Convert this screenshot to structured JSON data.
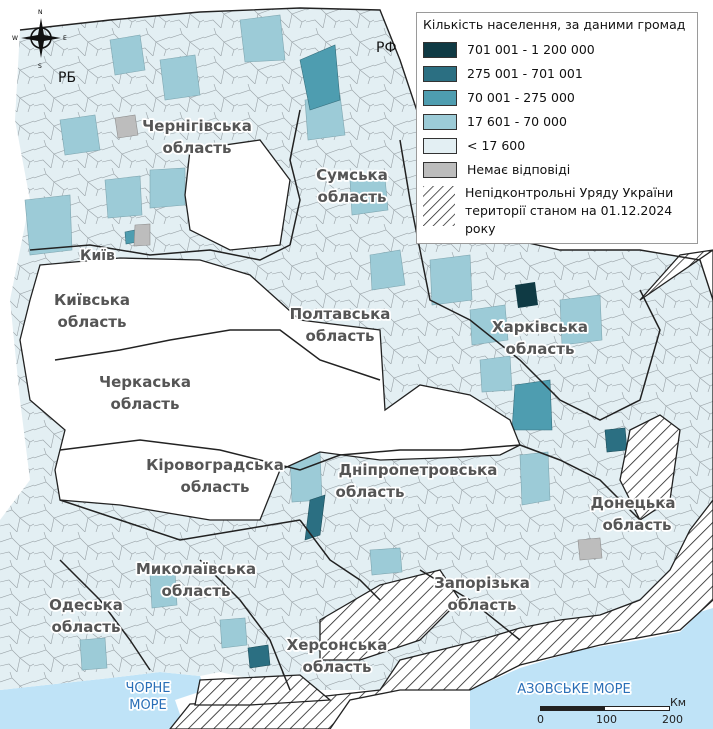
{
  "legend": {
    "title": "Кількість населення, за даними громад",
    "classes": [
      {
        "label": "701 001 - 1 200 000",
        "color": "#0f3a44"
      },
      {
        "label": "275 001 - 701 001",
        "color": "#2b6f82"
      },
      {
        "label": "70 001 - 275 000",
        "color": "#4e9db0"
      },
      {
        "label": "17 601 - 70 000",
        "color": "#9ccbd7"
      },
      {
        "label": "< 17 600",
        "color": "#e3eff3"
      },
      {
        "label": "Немає відповіді",
        "color": "#bdbdbd"
      }
    ],
    "occupied_label_line1": "Непідконтрольні Уряду України",
    "occupied_label_line2": "території станом на 01.12.2024",
    "occupied_label_line3": "року"
  },
  "oblasts": [
    {
      "name": "Чернігівська",
      "suffix": "область"
    },
    {
      "name": "Сумська",
      "suffix": "область"
    },
    {
      "name": "Київська",
      "suffix": "область"
    },
    {
      "name": "Полтавська",
      "suffix": "область"
    },
    {
      "name": "Харківська",
      "suffix": "область"
    },
    {
      "name": "Черкаська",
      "suffix": "область"
    },
    {
      "name": "Кіровоградська",
      "suffix": "область"
    },
    {
      "name": "Дніпропетровська",
      "suffix": "область"
    },
    {
      "name": "Донецька",
      "suffix": "область"
    },
    {
      "name": "Миколаївська",
      "suffix": "область"
    },
    {
      "name": "Запорізька",
      "suffix": "область"
    },
    {
      "name": "Одеська",
      "suffix": "область"
    },
    {
      "name": "Херсонська",
      "suffix": "область"
    }
  ],
  "city": "Київ",
  "countries": {
    "belarus": "РБ",
    "russia": "РФ"
  },
  "seas": {
    "black_line1": "ЧОРНЕ",
    "black_line2": "МОРЕ",
    "azov": "АЗОВСЬКЕ МОРЕ"
  },
  "compass": {
    "n": "N",
    "s": "S",
    "e": "E",
    "w": "W"
  },
  "scale": {
    "unit": "Км",
    "ticks": [
      "0",
      "100",
      "200"
    ]
  },
  "colors": {
    "sea": "#bfe3f7",
    "border": "#222222",
    "community_border": "#9aa3a8",
    "hatch": "#222222"
  }
}
